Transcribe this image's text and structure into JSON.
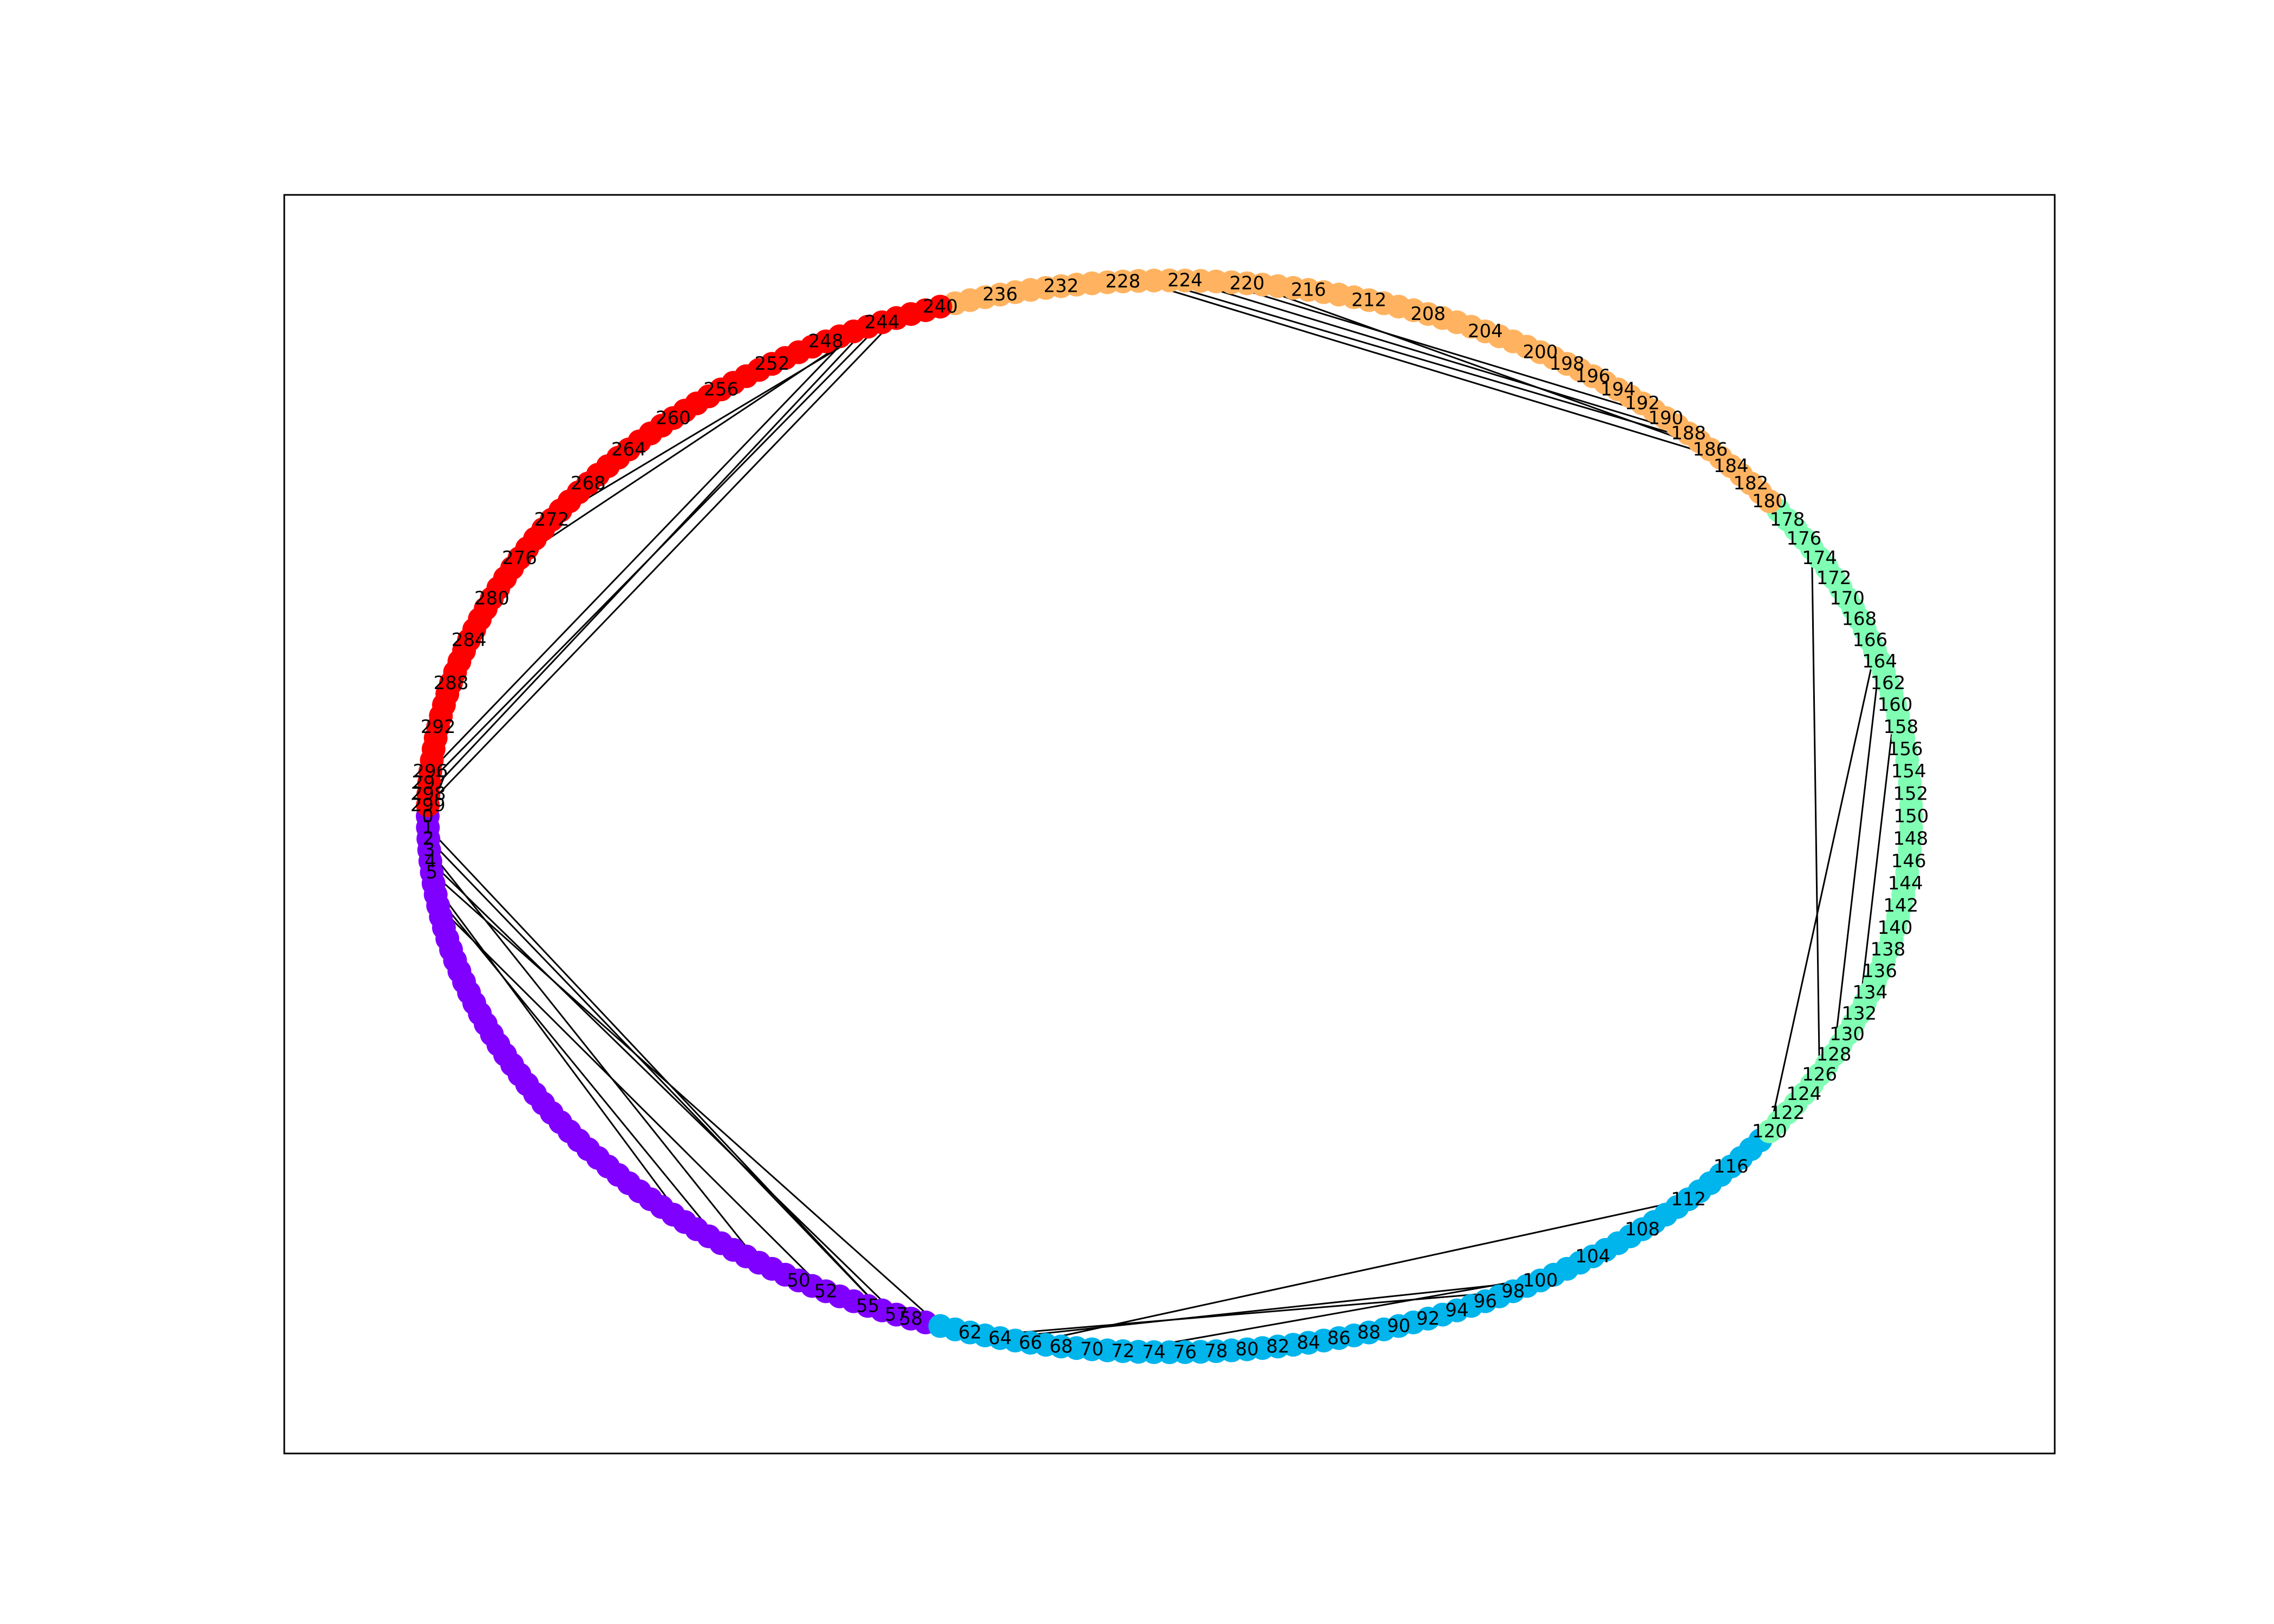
{
  "graph": {
    "layout": "circular",
    "node_count": 300,
    "communities": [
      {
        "name": "",
        "color": "#7f00ff",
        "start": 0,
        "end": 59
      },
      {
        "name": "",
        "color": "#00b4ec",
        "start": 60,
        "end": 119
      },
      {
        "name": "",
        "color": "#80ffb4",
        "start": 120,
        "end": 179
      },
      {
        "name": "",
        "color": "#ffb360",
        "start": 180,
        "end": 239
      },
      {
        "name": "",
        "color": "#ff0000",
        "start": 240,
        "end": 299
      }
    ],
    "visible_labels": {
      "0": "0",
      "1": "1",
      "2": "2",
      "3": "3",
      "4": "4",
      "5": "5",
      "50": "50",
      "52": "52",
      "55": "55",
      "57": "57",
      "58": "58",
      "62": "62",
      "64": "64",
      "66": "66",
      "68": "68",
      "70": "70",
      "72": "72",
      "74": "74",
      "76": "76",
      "78": "78",
      "80": "80",
      "82": "82",
      "84": "84",
      "86": "86",
      "88": "88",
      "90": "90",
      "92": "92",
      "94": "94",
      "96": "96",
      "98": "98",
      "100": "100",
      "104": "104",
      "108": "108",
      "112": "112",
      "116": "116",
      "120": "120",
      "122": "122",
      "124": "124",
      "126": "126",
      "128": "128",
      "130": "130",
      "132": "132",
      "134": "134",
      "136": "136",
      "138": "138",
      "140": "140",
      "142": "142",
      "144": "144",
      "146": "146",
      "148": "148",
      "150": "150",
      "152": "152",
      "154": "154",
      "156": "156",
      "158": "158",
      "160": "160",
      "162": "162",
      "164": "164",
      "166": "166",
      "168": "168",
      "170": "170",
      "172": "172",
      "174": "174",
      "176": "176",
      "178": "178",
      "180": "180",
      "182": "182",
      "184": "184",
      "186": "186",
      "188": "188",
      "190": "190",
      "192": "192",
      "194": "194",
      "196": "196",
      "198": "198",
      "200": "200",
      "204": "204",
      "208": "208",
      "212": "212",
      "216": "216",
      "220": "220",
      "224": "224",
      "228": "228",
      "232": "232",
      "236": "236",
      "240": "240",
      "244": "244",
      "248": "248",
      "252": "252",
      "256": "256",
      "260": "260",
      "264": "264",
      "268": "268",
      "272": "272",
      "276": "276",
      "280": "280",
      "284": "284",
      "288": "288",
      "292": "292",
      "296": "296",
      "297": "297",
      "298": "298",
      "299": "299"
    },
    "edges": [
      [
        1,
        56
      ],
      [
        2,
        56
      ],
      [
        3,
        47
      ],
      [
        4,
        57
      ],
      [
        5,
        60
      ],
      [
        6,
        41
      ],
      [
        7,
        44
      ],
      [
        8,
        52
      ],
      [
        63,
        98
      ],
      [
        64,
        100
      ],
      [
        66,
        112
      ],
      [
        72,
        101
      ],
      [
        120,
        165
      ],
      [
        128,
        164
      ],
      [
        132,
        160
      ],
      [
        126,
        175
      ],
      [
        188,
        224
      ],
      [
        190,
        222
      ],
      [
        187,
        226
      ],
      [
        185,
        227
      ],
      [
        186,
        220
      ],
      [
        296,
        246
      ],
      [
        297,
        244
      ],
      [
        298,
        245
      ],
      [
        299,
        243
      ],
      [
        276,
        245
      ],
      [
        272,
        244
      ]
    ]
  }
}
